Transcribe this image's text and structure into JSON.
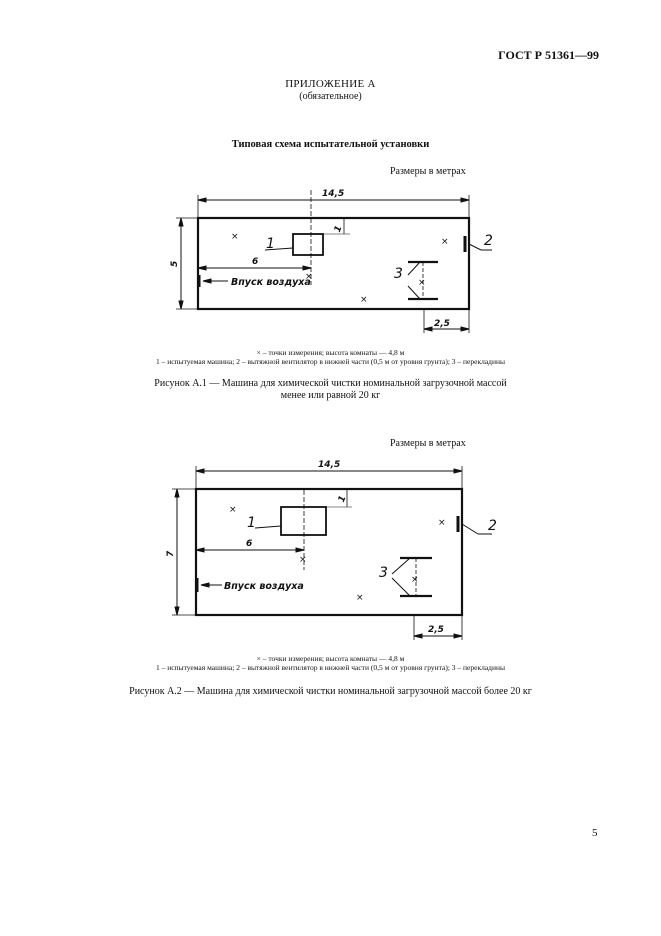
{
  "header": {
    "standard": "ГОСТ Р 51361—99"
  },
  "appendix": {
    "title": "ПРИЛОЖЕНИЕ А",
    "status": "(обязательное)"
  },
  "section_title": "Типовая схема испытательной установки",
  "units_note": "Размеры в метрах",
  "figure1": {
    "dim_length": "14,5",
    "dim_width": "5",
    "dim_offset": "6",
    "dim_small": "1",
    "dim_right": "2,5",
    "air_inlet": "Впуск воздуха",
    "labels": [
      "1",
      "2",
      "3"
    ],
    "marker": "×",
    "legend_line1": "× – точки измерения; высота комнаты — 4,8 м",
    "legend_line2": "1 – испытуемая машина; 2 – вытяжной вентилятор в нижней части (0,5 м от уровня грунта); 3 – перекладины",
    "caption_line1": "Рисунок А.1 — Машина для химической чистки номинальной загрузочной массой",
    "caption_line2": "менее или равной 20 кг"
  },
  "figure2": {
    "dim_length": "14,5",
    "dim_width": "7",
    "dim_offset": "6",
    "dim_small": "1",
    "dim_right": "2,5",
    "air_inlet": "Впуск воздуха",
    "labels": [
      "1",
      "2",
      "3"
    ],
    "marker": "×",
    "legend_line1": "× – точки измерения; высота комнаты — 4,8 м",
    "legend_line2": "1 – испытуемая машина; 2 – вытяжной вентилятор в нижней части (0,5 м от уровня грунта); 3 – перекладины",
    "caption": "Рисунок А.2 — Машина для химической чистки номинальной загрузочной массой более 20 кг"
  },
  "page_number": "5"
}
